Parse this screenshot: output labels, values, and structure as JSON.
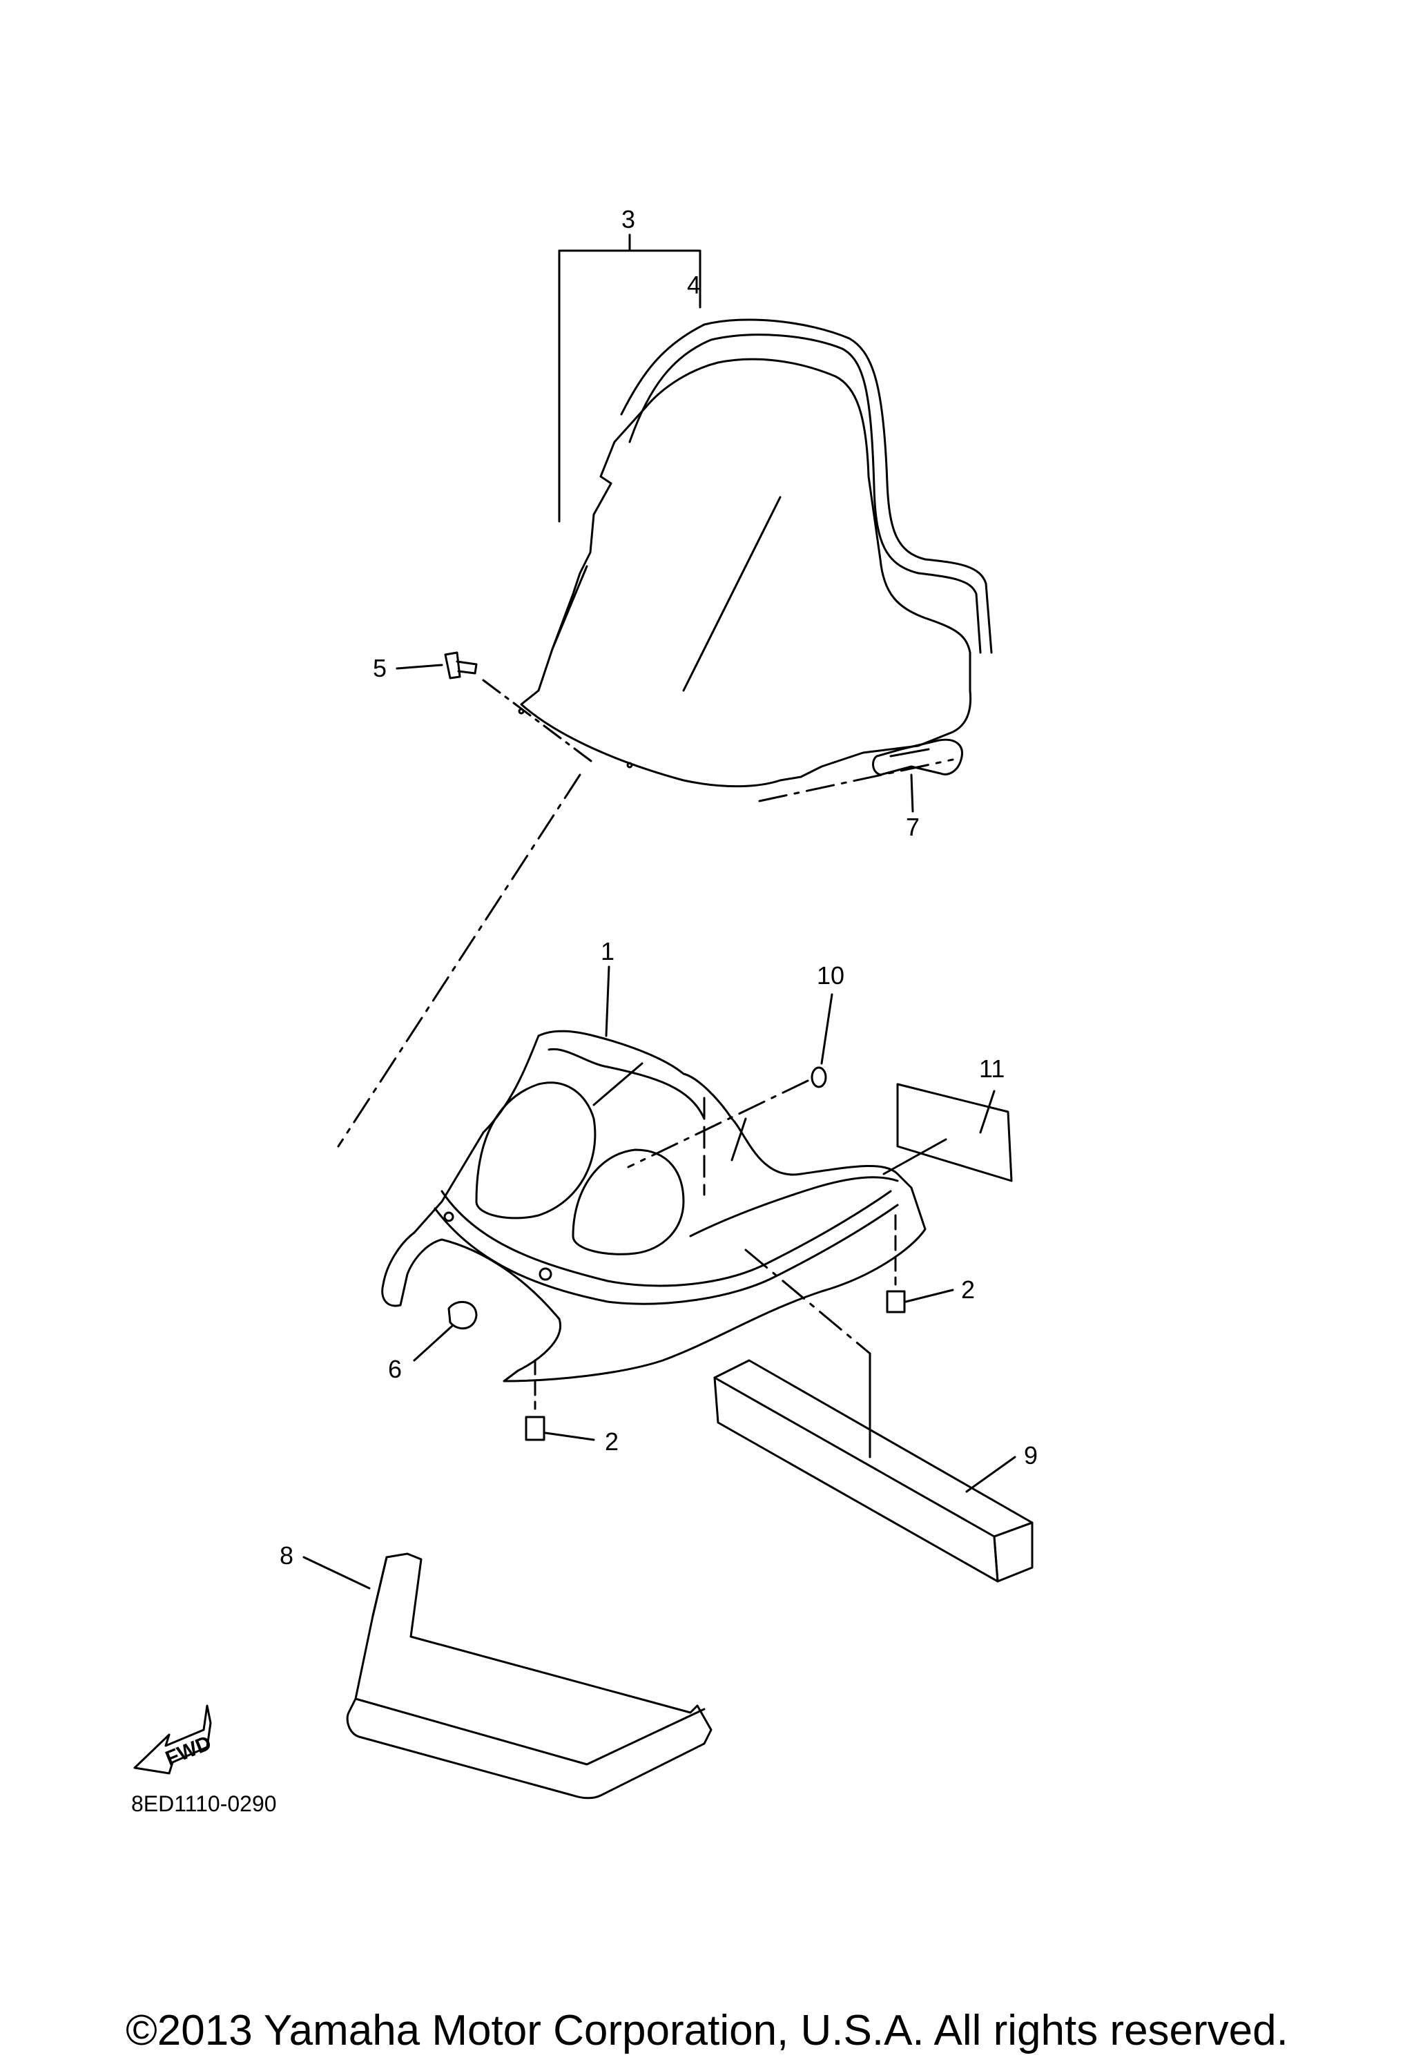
{
  "diagram": {
    "part_numbers": {
      "p1": "1",
      "p2a": "2",
      "p2b": "2",
      "p3": "3",
      "p4": "4",
      "p5": "5",
      "p6": "6",
      "p7": "7",
      "p8": "8",
      "p9": "9",
      "p10": "10",
      "p11": "11"
    },
    "fwd_arrow_label": "FWD",
    "diagram_code": "8ED1110-0290"
  },
  "footer": {
    "copyright": "©2013 Yamaha Motor Corporation, U.S.A. All rights reserved."
  }
}
